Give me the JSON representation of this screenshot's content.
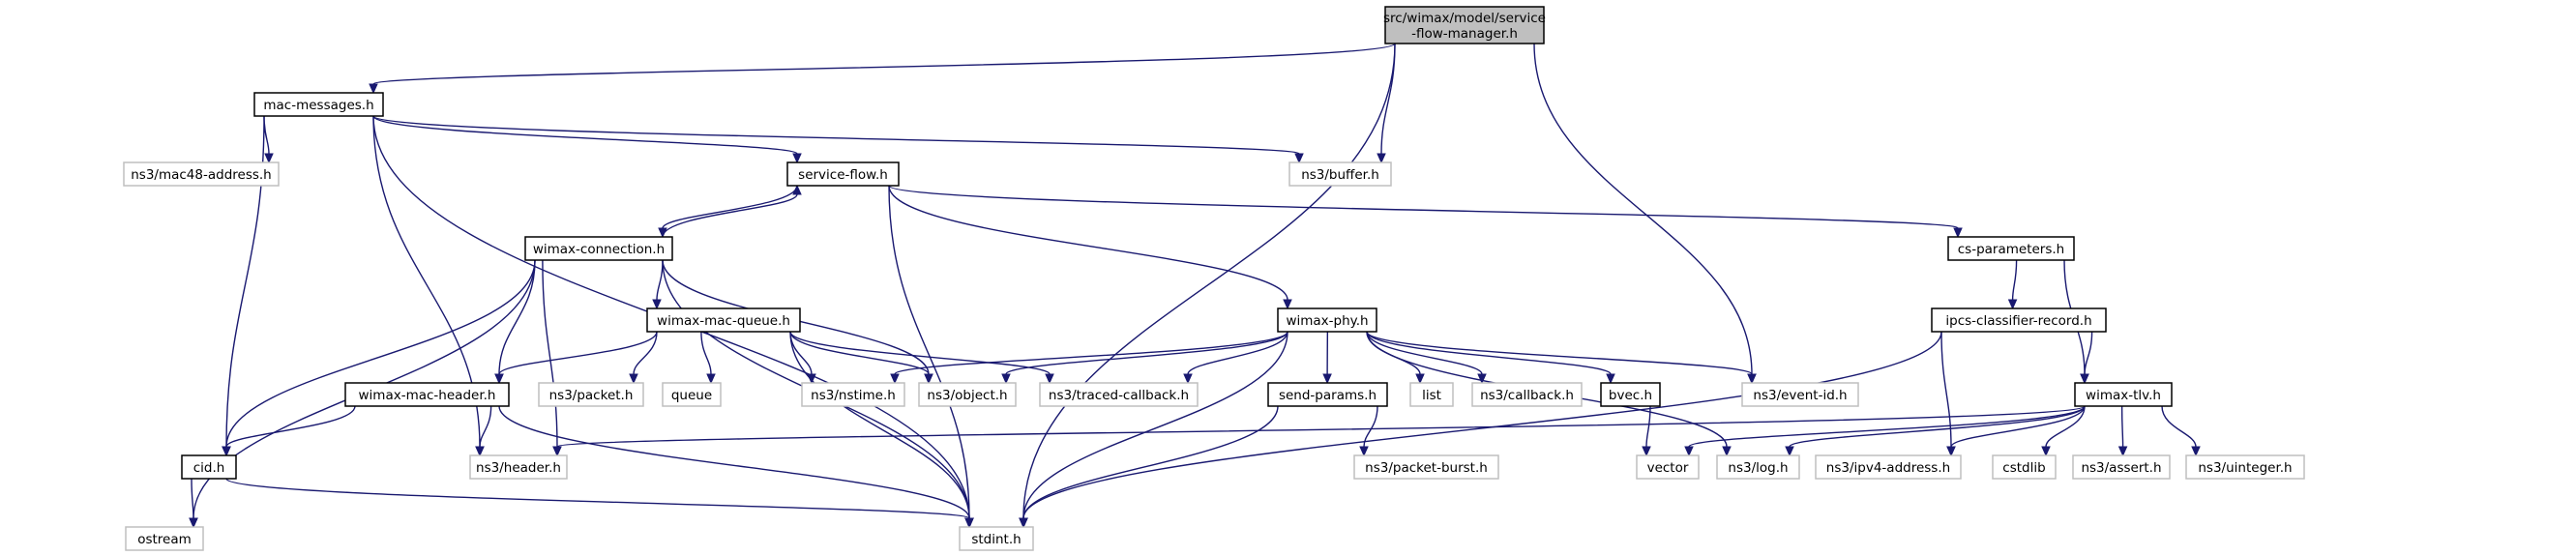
{
  "graph": {
    "colors": {
      "edge": "#191970",
      "internal_border": "#000000",
      "external_border": "#bfbfbf",
      "root_fill": "#bfbfbf"
    },
    "nodes": [
      {
        "id": "root",
        "label": [
          "src/wimax/model/service",
          "-flow-manager.h"
        ],
        "kind": "root"
      },
      {
        "id": "mac_messages",
        "label": [
          "mac-messages.h"
        ],
        "kind": "internal"
      },
      {
        "id": "mac48",
        "label": [
          "ns3/mac48-address.h"
        ],
        "kind": "external"
      },
      {
        "id": "service_flow",
        "label": [
          "service-flow.h"
        ],
        "kind": "internal"
      },
      {
        "id": "buffer",
        "label": [
          "ns3/buffer.h"
        ],
        "kind": "external"
      },
      {
        "id": "wimax_connection",
        "label": [
          "wimax-connection.h"
        ],
        "kind": "internal"
      },
      {
        "id": "cs_parameters",
        "label": [
          "cs-parameters.h"
        ],
        "kind": "internal"
      },
      {
        "id": "wimax_mac_queue",
        "label": [
          "wimax-mac-queue.h"
        ],
        "kind": "internal"
      },
      {
        "id": "wimax_phy",
        "label": [
          "wimax-phy.h"
        ],
        "kind": "internal"
      },
      {
        "id": "ipcs",
        "label": [
          "ipcs-classifier-record.h"
        ],
        "kind": "internal"
      },
      {
        "id": "wimax_mac_header",
        "label": [
          "wimax-mac-header.h"
        ],
        "kind": "internal"
      },
      {
        "id": "packet",
        "label": [
          "ns3/packet.h"
        ],
        "kind": "external"
      },
      {
        "id": "queue",
        "label": [
          "queue"
        ],
        "kind": "external"
      },
      {
        "id": "nstime",
        "label": [
          "ns3/nstime.h"
        ],
        "kind": "external"
      },
      {
        "id": "object",
        "label": [
          "ns3/object.h"
        ],
        "kind": "external"
      },
      {
        "id": "traced_callback",
        "label": [
          "ns3/traced-callback.h"
        ],
        "kind": "external"
      },
      {
        "id": "send_params",
        "label": [
          "send-params.h"
        ],
        "kind": "internal"
      },
      {
        "id": "list",
        "label": [
          "list"
        ],
        "kind": "external"
      },
      {
        "id": "callback",
        "label": [
          "ns3/callback.h"
        ],
        "kind": "external"
      },
      {
        "id": "bvec",
        "label": [
          "bvec.h"
        ],
        "kind": "internal"
      },
      {
        "id": "event_id",
        "label": [
          "ns3/event-id.h"
        ],
        "kind": "external"
      },
      {
        "id": "wimax_tlv",
        "label": [
          "wimax-tlv.h"
        ],
        "kind": "internal"
      },
      {
        "id": "cid",
        "label": [
          "cid.h"
        ],
        "kind": "internal"
      },
      {
        "id": "header",
        "label": [
          "ns3/header.h"
        ],
        "kind": "external"
      },
      {
        "id": "packet_burst",
        "label": [
          "ns3/packet-burst.h"
        ],
        "kind": "external"
      },
      {
        "id": "vector",
        "label": [
          "vector"
        ],
        "kind": "external"
      },
      {
        "id": "log",
        "label": [
          "ns3/log.h"
        ],
        "kind": "external"
      },
      {
        "id": "ipv4",
        "label": [
          "ns3/ipv4-address.h"
        ],
        "kind": "external"
      },
      {
        "id": "cstdlib",
        "label": [
          "cstdlib"
        ],
        "kind": "external"
      },
      {
        "id": "assert",
        "label": [
          "ns3/assert.h"
        ],
        "kind": "external"
      },
      {
        "id": "uinteger",
        "label": [
          "ns3/uinteger.h"
        ],
        "kind": "external"
      },
      {
        "id": "ostream",
        "label": [
          "ostream"
        ],
        "kind": "external"
      },
      {
        "id": "stdint",
        "label": [
          "stdint.h"
        ],
        "kind": "external"
      }
    ],
    "edges": [
      [
        "root",
        "mac_messages"
      ],
      [
        "root",
        "buffer"
      ],
      [
        "root",
        "event_id"
      ],
      [
        "root",
        "stdint"
      ],
      [
        "mac_messages",
        "mac48"
      ],
      [
        "mac_messages",
        "service_flow"
      ],
      [
        "mac_messages",
        "buffer"
      ],
      [
        "mac_messages",
        "cid"
      ],
      [
        "mac_messages",
        "header"
      ],
      [
        "mac_messages",
        "stdint"
      ],
      [
        "service_flow",
        "wimax_connection"
      ],
      [
        "service_flow",
        "cs_parameters"
      ],
      [
        "service_flow",
        "wimax_phy"
      ],
      [
        "service_flow",
        "stdint"
      ],
      [
        "wimax_connection",
        "service_flow"
      ],
      [
        "wimax_connection",
        "wimax_mac_queue"
      ],
      [
        "wimax_connection",
        "wimax_mac_header"
      ],
      [
        "wimax_connection",
        "cid"
      ],
      [
        "wimax_connection",
        "object"
      ],
      [
        "wimax_connection",
        "ostream"
      ],
      [
        "wimax_connection",
        "header"
      ],
      [
        "wimax_connection",
        "stdint"
      ],
      [
        "cs_parameters",
        "ipcs"
      ],
      [
        "cs_parameters",
        "wimax_tlv"
      ],
      [
        "ipcs",
        "wimax_tlv"
      ],
      [
        "ipcs",
        "ipv4"
      ],
      [
        "ipcs",
        "stdint"
      ],
      [
        "wimax_mac_queue",
        "wimax_mac_header"
      ],
      [
        "wimax_mac_queue",
        "packet"
      ],
      [
        "wimax_mac_queue",
        "queue"
      ],
      [
        "wimax_mac_queue",
        "nstime"
      ],
      [
        "wimax_mac_queue",
        "object"
      ],
      [
        "wimax_mac_queue",
        "traced_callback"
      ],
      [
        "wimax_mac_queue",
        "stdint"
      ],
      [
        "wimax_phy",
        "nstime"
      ],
      [
        "wimax_phy",
        "object"
      ],
      [
        "wimax_phy",
        "traced_callback"
      ],
      [
        "wimax_phy",
        "send_params"
      ],
      [
        "wimax_phy",
        "list"
      ],
      [
        "wimax_phy",
        "callback"
      ],
      [
        "wimax_phy",
        "bvec"
      ],
      [
        "wimax_phy",
        "event_id"
      ],
      [
        "wimax_phy",
        "log"
      ],
      [
        "wimax_phy",
        "stdint"
      ],
      [
        "wimax_mac_header",
        "cid"
      ],
      [
        "wimax_mac_header",
        "header"
      ],
      [
        "wimax_mac_header",
        "stdint"
      ],
      [
        "send_params",
        "packet_burst"
      ],
      [
        "send_params",
        "stdint"
      ],
      [
        "bvec",
        "vector"
      ],
      [
        "wimax_tlv",
        "header"
      ],
      [
        "wimax_tlv",
        "vector"
      ],
      [
        "wimax_tlv",
        "log"
      ],
      [
        "wimax_tlv",
        "ipv4"
      ],
      [
        "wimax_tlv",
        "cstdlib"
      ],
      [
        "wimax_tlv",
        "assert"
      ],
      [
        "wimax_tlv",
        "uinteger"
      ],
      [
        "cid",
        "ostream"
      ],
      [
        "cid",
        "stdint"
      ]
    ]
  }
}
